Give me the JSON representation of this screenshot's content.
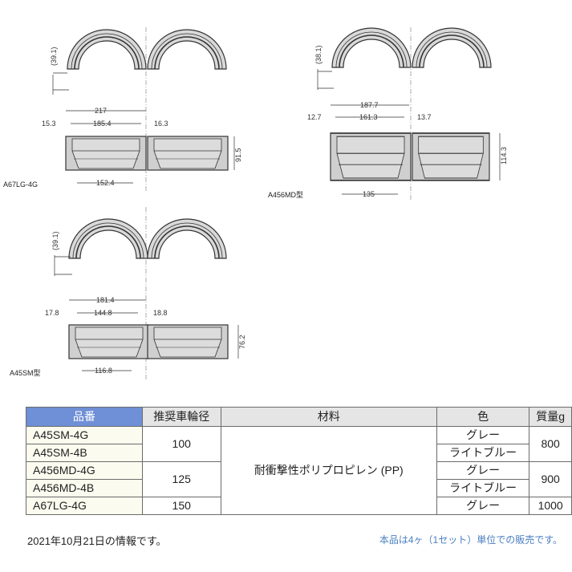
{
  "drawings": [
    {
      "model": "A67LG-4G",
      "height_ref": "(39.1)",
      "overall_width": "217",
      "inner_width": "185.4",
      "left_offset": "15.3",
      "right_offset": "16.3",
      "bottom_width": "152.4",
      "height": "91.5"
    },
    {
      "model": "A456MD型",
      "height_ref": "(38.1)",
      "overall_width": "187.7",
      "inner_width": "161.3",
      "left_offset": "12.7",
      "right_offset": "13.7",
      "bottom_width": "135",
      "height": "114.3"
    },
    {
      "model": "A45SM型",
      "height_ref": "(39.1)",
      "overall_width": "181.4",
      "inner_width": "144.8",
      "left_offset": "17.8",
      "right_offset": "18.8",
      "bottom_width": "116.8",
      "height": "76.2"
    }
  ],
  "table": {
    "headers": [
      "品番",
      "推奨車輪径",
      "材料",
      "色",
      "質量g"
    ],
    "material": "耐衝撃性ポリプロピレン (PP)",
    "rows": [
      {
        "model": "A45SM-4G",
        "wheel": "100",
        "color": "グレー",
        "mass": "800"
      },
      {
        "model": "A45SM-4B",
        "color": "ライトブルー"
      },
      {
        "model": "A456MD-4G",
        "wheel": "125",
        "color": "グレー",
        "mass": "900"
      },
      {
        "model": "A456MD-4B",
        "color": "ライトブルー"
      },
      {
        "model": "A67LG-4G",
        "wheel": "150",
        "color": "グレー",
        "mass": "1000"
      }
    ]
  },
  "notes": {
    "date_info": "2021年10月21日の情報です。",
    "sales_unit": "本品は4ヶ（1セット）単位での販売です。"
  },
  "colors": {
    "header_blue": "#6f8fd6",
    "model_cell_bg": "#fbfbef",
    "note_blue": "#4a7fc0"
  }
}
